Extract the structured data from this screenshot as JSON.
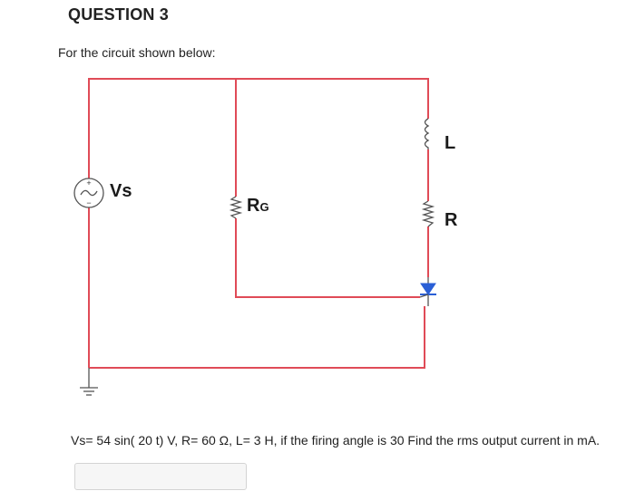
{
  "question": {
    "title": "QUESTION 3",
    "intro": "For the circuit shown below:",
    "problem": "Vs= 54 sin( 20 t) V, R= 60 Ω, L= 3 H, if the firing angle is 30 Find the rms output current in mA."
  },
  "circuit": {
    "source_label": "Vs",
    "rg_main": "R",
    "rg_sub": "G",
    "inductor_label": "L",
    "resistor_label": "R",
    "source_plus": "+",
    "source_minus": "−",
    "wire_color": "#e04b57",
    "thyristor_color": "#2a5fd6"
  },
  "answer": {
    "value": "",
    "placeholder": ""
  }
}
